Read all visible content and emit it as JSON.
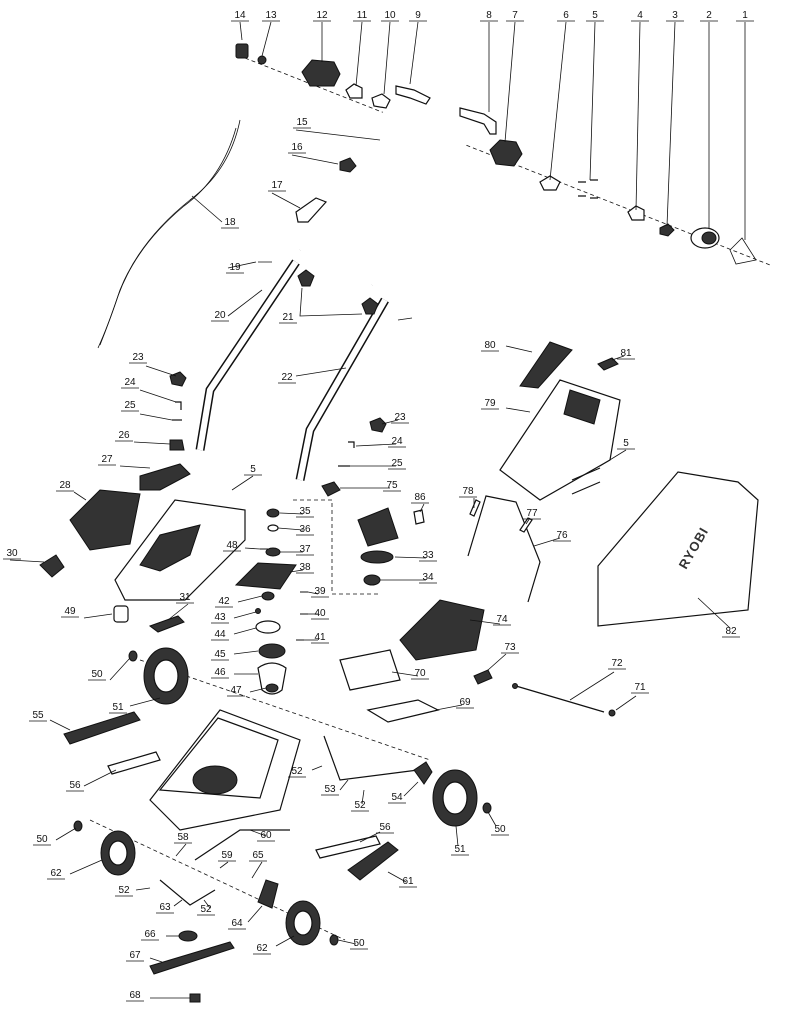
{
  "diagram": {
    "brand_on_bag": "RYOBI",
    "callouts": [
      "1",
      "2",
      "3",
      "4",
      "5",
      "6",
      "7",
      "8",
      "9",
      "10",
      "11",
      "12",
      "13",
      "14",
      "15",
      "16",
      "17",
      "18",
      "19",
      "20",
      "21",
      "22",
      "23",
      "24",
      "25",
      "26",
      "27",
      "28",
      "30",
      "31",
      "33",
      "34",
      "35",
      "36",
      "37",
      "38",
      "39",
      "40",
      "41",
      "42",
      "43",
      "44",
      "45",
      "46",
      "47",
      "48",
      "49",
      "50",
      "51",
      "52",
      "53",
      "54",
      "55",
      "56",
      "58",
      "59",
      "60",
      "61",
      "62",
      "63",
      "64",
      "65",
      "66",
      "67",
      "68",
      "69",
      "70",
      "71",
      "72",
      "73",
      "74",
      "75",
      "76",
      "77",
      "78",
      "79",
      "80",
      "81",
      "82",
      "86"
    ]
  }
}
